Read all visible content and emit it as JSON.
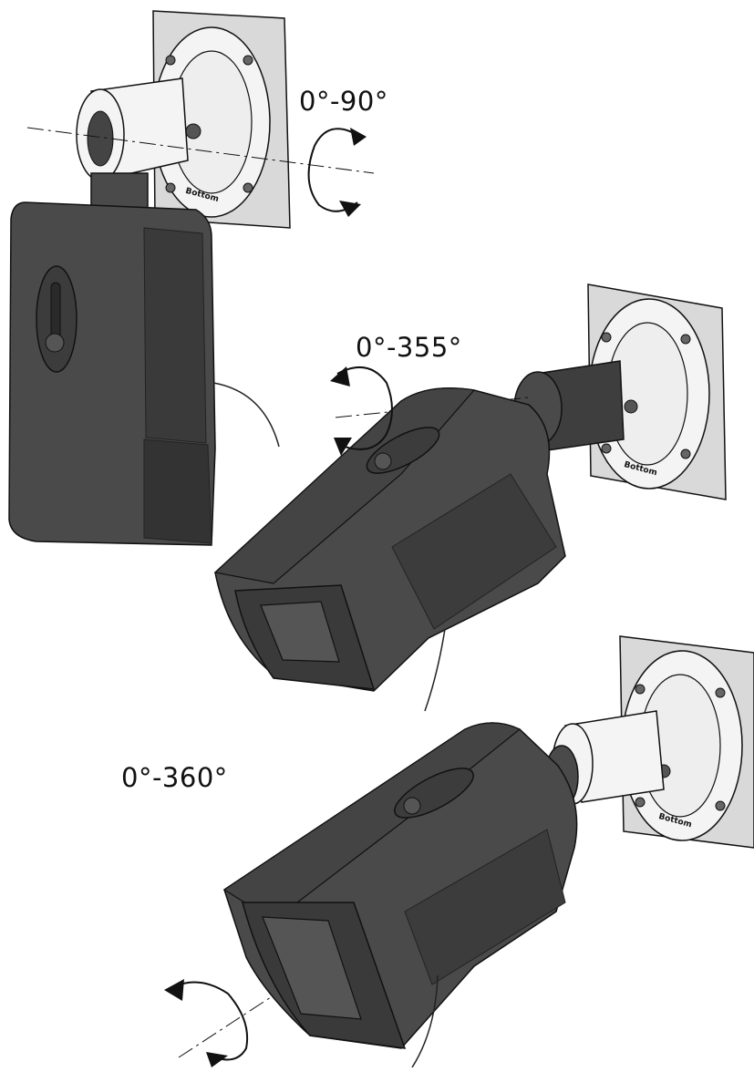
{
  "angles": {
    "pan": "0°-90°",
    "tilt": "0°-355°",
    "rotate": "0°-360°"
  },
  "mount_marking": "Bottom",
  "colors": {
    "camera_body": "#4a4a4a",
    "camera_dark": "#2e2e2e",
    "wall_plate": "#d9d9d9",
    "bracket": "#f4f4f4",
    "line": "#111111",
    "background": "#ffffff"
  },
  "icons": [
    "rotation-arrow-icon",
    "screw-icon",
    "cable-icon"
  ]
}
